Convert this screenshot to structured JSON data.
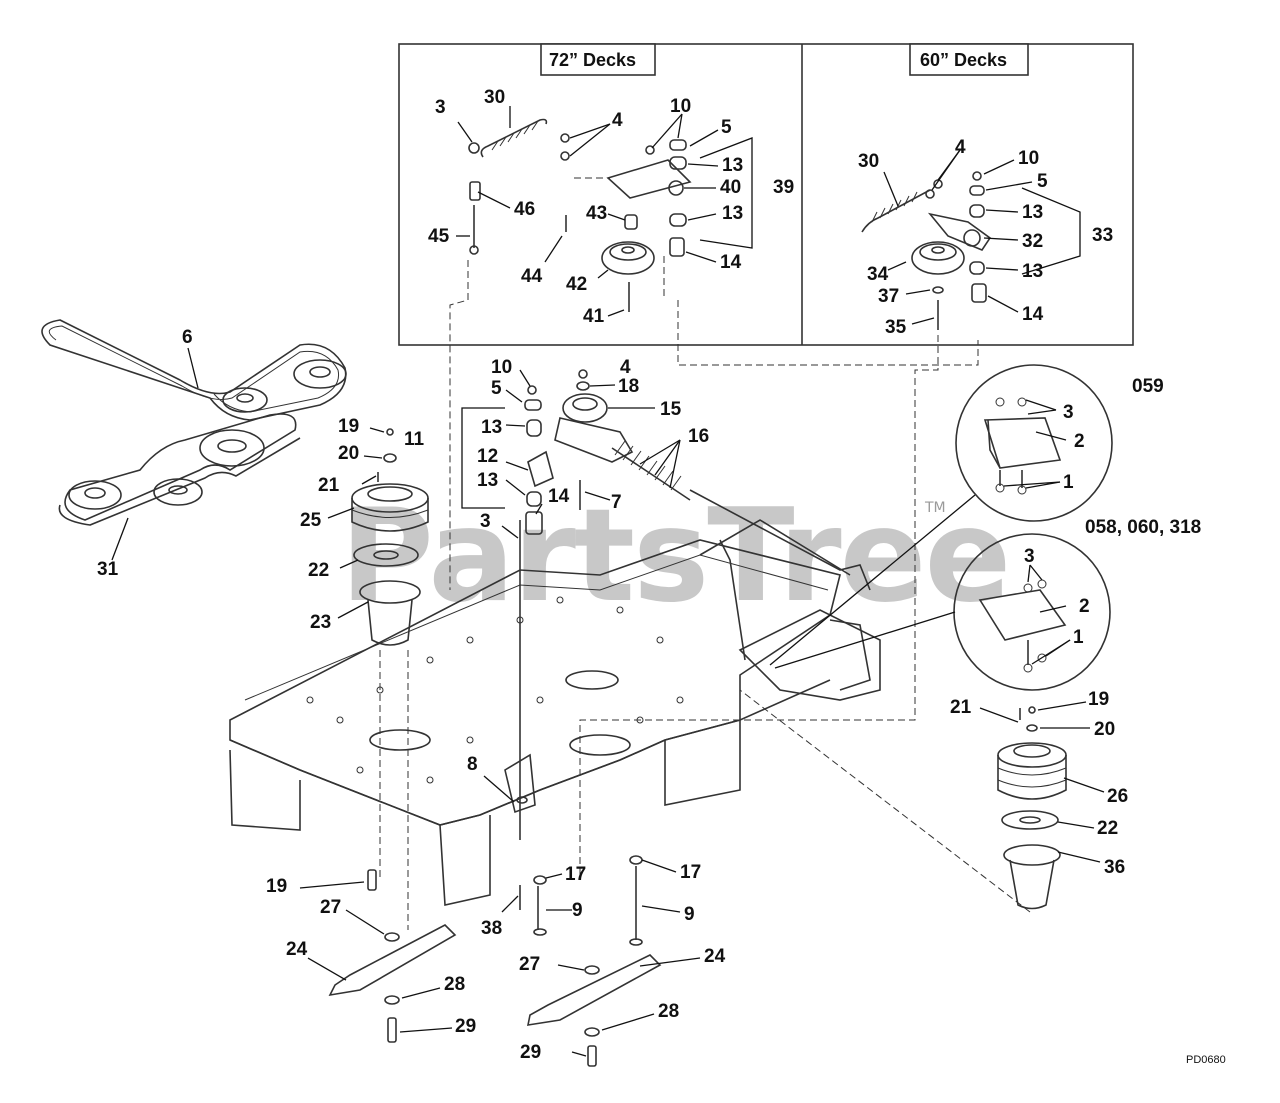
{
  "inset": {
    "left_title": "72” Decks",
    "right_title": "60” Decks"
  },
  "model_codes": {
    "top": "059",
    "bottom": "058, 060, 318"
  },
  "drawing_number": "PD0680",
  "watermark": {
    "text": "PartsTree",
    "trademark": "TM"
  },
  "callouts": [
    {
      "id": "c-3a",
      "text": "3"
    },
    {
      "id": "c-30a",
      "text": "30"
    },
    {
      "id": "c-4a",
      "text": "4"
    },
    {
      "id": "c-10a",
      "text": "10"
    },
    {
      "id": "c-5a",
      "text": "5"
    },
    {
      "id": "c-13a",
      "text": "13"
    },
    {
      "id": "c-40",
      "text": "40"
    },
    {
      "id": "c-39",
      "text": "39"
    },
    {
      "id": "c-46",
      "text": "46"
    },
    {
      "id": "c-43",
      "text": "43"
    },
    {
      "id": "c-13b",
      "text": "13"
    },
    {
      "id": "c-45",
      "text": "45"
    },
    {
      "id": "c-14a",
      "text": "14"
    },
    {
      "id": "c-44",
      "text": "44"
    },
    {
      "id": "c-42",
      "text": "42"
    },
    {
      "id": "c-41",
      "text": "41"
    },
    {
      "id": "c-30b",
      "text": "30"
    },
    {
      "id": "c-4b",
      "text": "4"
    },
    {
      "id": "c-10b",
      "text": "10"
    },
    {
      "id": "c-5b",
      "text": "5"
    },
    {
      "id": "c-13c",
      "text": "13"
    },
    {
      "id": "c-33",
      "text": "33"
    },
    {
      "id": "c-32",
      "text": "32"
    },
    {
      "id": "c-34",
      "text": "34"
    },
    {
      "id": "c-13d",
      "text": "13"
    },
    {
      "id": "c-37",
      "text": "37"
    },
    {
      "id": "c-35",
      "text": "35"
    },
    {
      "id": "c-14b",
      "text": "14"
    },
    {
      "id": "c-6",
      "text": "6"
    },
    {
      "id": "c-10c",
      "text": "10"
    },
    {
      "id": "c-4c",
      "text": "4"
    },
    {
      "id": "c-18",
      "text": "18"
    },
    {
      "id": "c-5c",
      "text": "5"
    },
    {
      "id": "c-15",
      "text": "15"
    },
    {
      "id": "c-13e",
      "text": "13"
    },
    {
      "id": "c-16",
      "text": "16"
    },
    {
      "id": "c-11",
      "text": "11"
    },
    {
      "id": "c-19a",
      "text": "19"
    },
    {
      "id": "c-20a",
      "text": "20"
    },
    {
      "id": "c-12",
      "text": "12"
    },
    {
      "id": "c-13f",
      "text": "13"
    },
    {
      "id": "c-21a",
      "text": "21"
    },
    {
      "id": "c-14c",
      "text": "14"
    },
    {
      "id": "c-7",
      "text": "7"
    },
    {
      "id": "c-25",
      "text": "25"
    },
    {
      "id": "c-31",
      "text": "31"
    },
    {
      "id": "c-3b",
      "text": "3"
    },
    {
      "id": "c-22a",
      "text": "22"
    },
    {
      "id": "c-23",
      "text": "23"
    },
    {
      "id": "c-3c",
      "text": "3"
    },
    {
      "id": "c-2a",
      "text": "2"
    },
    {
      "id": "c-1a",
      "text": "1"
    },
    {
      "id": "c-3d",
      "text": "3"
    },
    {
      "id": "c-2b",
      "text": "2"
    },
    {
      "id": "c-1b",
      "text": "1"
    },
    {
      "id": "c-19b",
      "text": "19"
    },
    {
      "id": "c-21b",
      "text": "21"
    },
    {
      "id": "c-20b",
      "text": "20"
    },
    {
      "id": "c-26",
      "text": "26"
    },
    {
      "id": "c-22b",
      "text": "22"
    },
    {
      "id": "c-36",
      "text": "36"
    },
    {
      "id": "c-8",
      "text": "8"
    },
    {
      "id": "c-17a",
      "text": "17"
    },
    {
      "id": "c-17b",
      "text": "17"
    },
    {
      "id": "c-19c",
      "text": "19"
    },
    {
      "id": "c-27a",
      "text": "27"
    },
    {
      "id": "c-38",
      "text": "38"
    },
    {
      "id": "c-9a",
      "text": "9"
    },
    {
      "id": "c-9b",
      "text": "9"
    },
    {
      "id": "c-24a",
      "text": "24"
    },
    {
      "id": "c-27b",
      "text": "27"
    },
    {
      "id": "c-24b",
      "text": "24"
    },
    {
      "id": "c-28a",
      "text": "28"
    },
    {
      "id": "c-28b",
      "text": "28"
    },
    {
      "id": "c-29a",
      "text": "29"
    },
    {
      "id": "c-29b",
      "text": "29"
    }
  ]
}
